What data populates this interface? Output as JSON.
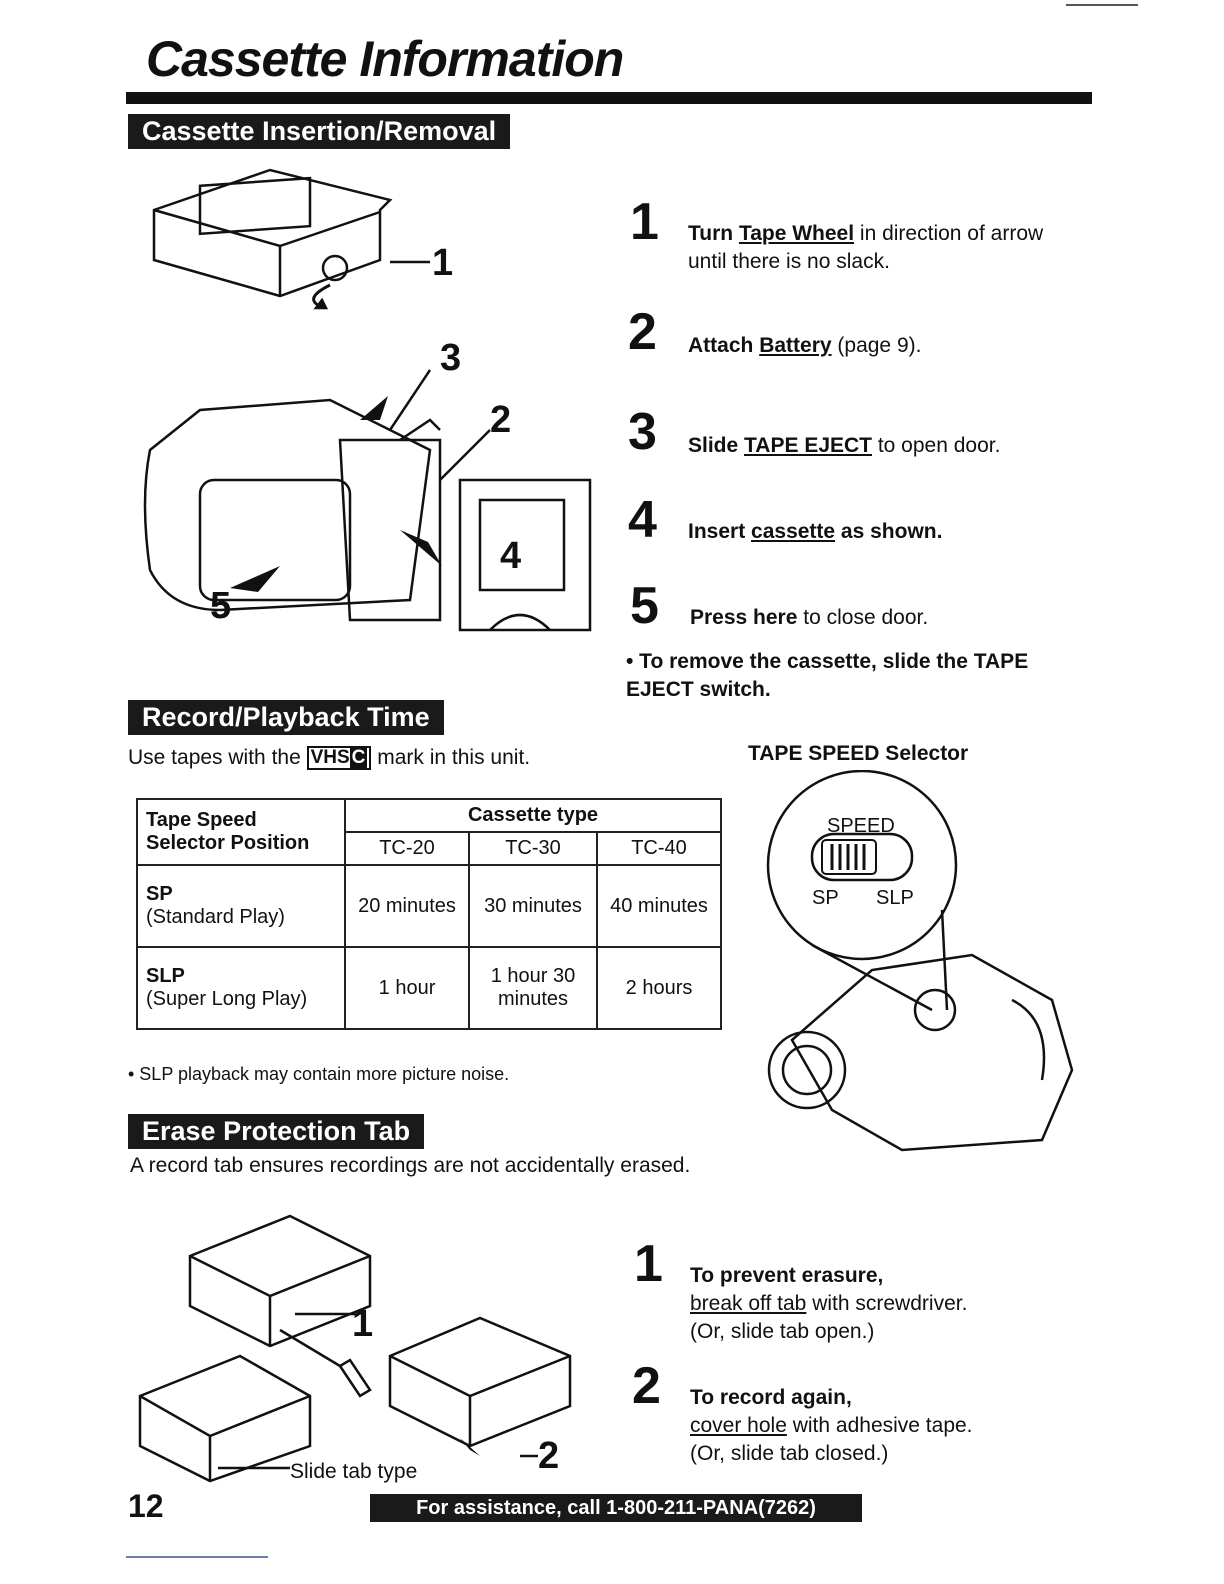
{
  "page": {
    "title": "Cassette Information",
    "page_number": "12",
    "footer": "For assistance, call 1-800-211-PANA(7262)"
  },
  "insertion": {
    "heading": "Cassette Insertion/Removal",
    "illustration_labels": [
      "1",
      "3",
      "2",
      "4",
      "5"
    ],
    "steps": [
      {
        "num": "1",
        "bold": "Turn ",
        "link": "Tape Wheel",
        "rest": " in direction of arrow until there is no slack."
      },
      {
        "num": "2",
        "bold": "Attach ",
        "link": "Battery",
        "rest": " (page 9)."
      },
      {
        "num": "3",
        "bold": "Slide ",
        "link": "TAPE EJECT",
        "rest": " to open door."
      },
      {
        "num": "4",
        "bold": "Insert ",
        "link": "cassette",
        "rest": " as shown."
      },
      {
        "num": "5",
        "bold": "Press here",
        "link": "",
        "rest": " to close door."
      }
    ],
    "remove_note": "• To remove the cassette, slide the TAPE EJECT switch."
  },
  "record": {
    "heading": "Record/Playback Time",
    "intro_before": "Use tapes with the ",
    "vhs_mark": "VHS",
    "vhs_mark_c": "C",
    "intro_after": " mark in this unit.",
    "table": {
      "header_left": "Tape Speed Selector Position",
      "header_group": "Cassette type",
      "columns": [
        "TC-20",
        "TC-30",
        "TC-40"
      ],
      "rows": [
        {
          "mode": "SP",
          "desc": "(Standard Play)",
          "values": [
            "20 minutes",
            "30 minutes",
            "40 minutes"
          ]
        },
        {
          "mode": "SLP",
          "desc": "(Super Long Play)",
          "values": [
            "1 hour",
            "1 hour 30 minutes",
            "2 hours"
          ]
        }
      ]
    },
    "note": "• SLP playback may contain more picture noise."
  },
  "speed_selector": {
    "label": "TAPE SPEED Selector",
    "speed": "SPEED",
    "sp": "SP",
    "slp": "SLP"
  },
  "erase": {
    "heading": "Erase Protection Tab",
    "intro": "A record tab ensures recordings are not accidentally erased.",
    "slide_tab_type": "Slide tab type",
    "illustration_labels": [
      "1",
      "2"
    ],
    "steps": [
      {
        "num": "1",
        "bold": "To prevent erasure,",
        "link": "break off tab",
        "rest": " with screwdriver.",
        "paren": "(Or, slide tab open.)"
      },
      {
        "num": "2",
        "bold": "To record again,",
        "link": "cover hole",
        "rest": " with adhesive tape.",
        "paren": "(Or, slide tab closed.)"
      }
    ]
  }
}
